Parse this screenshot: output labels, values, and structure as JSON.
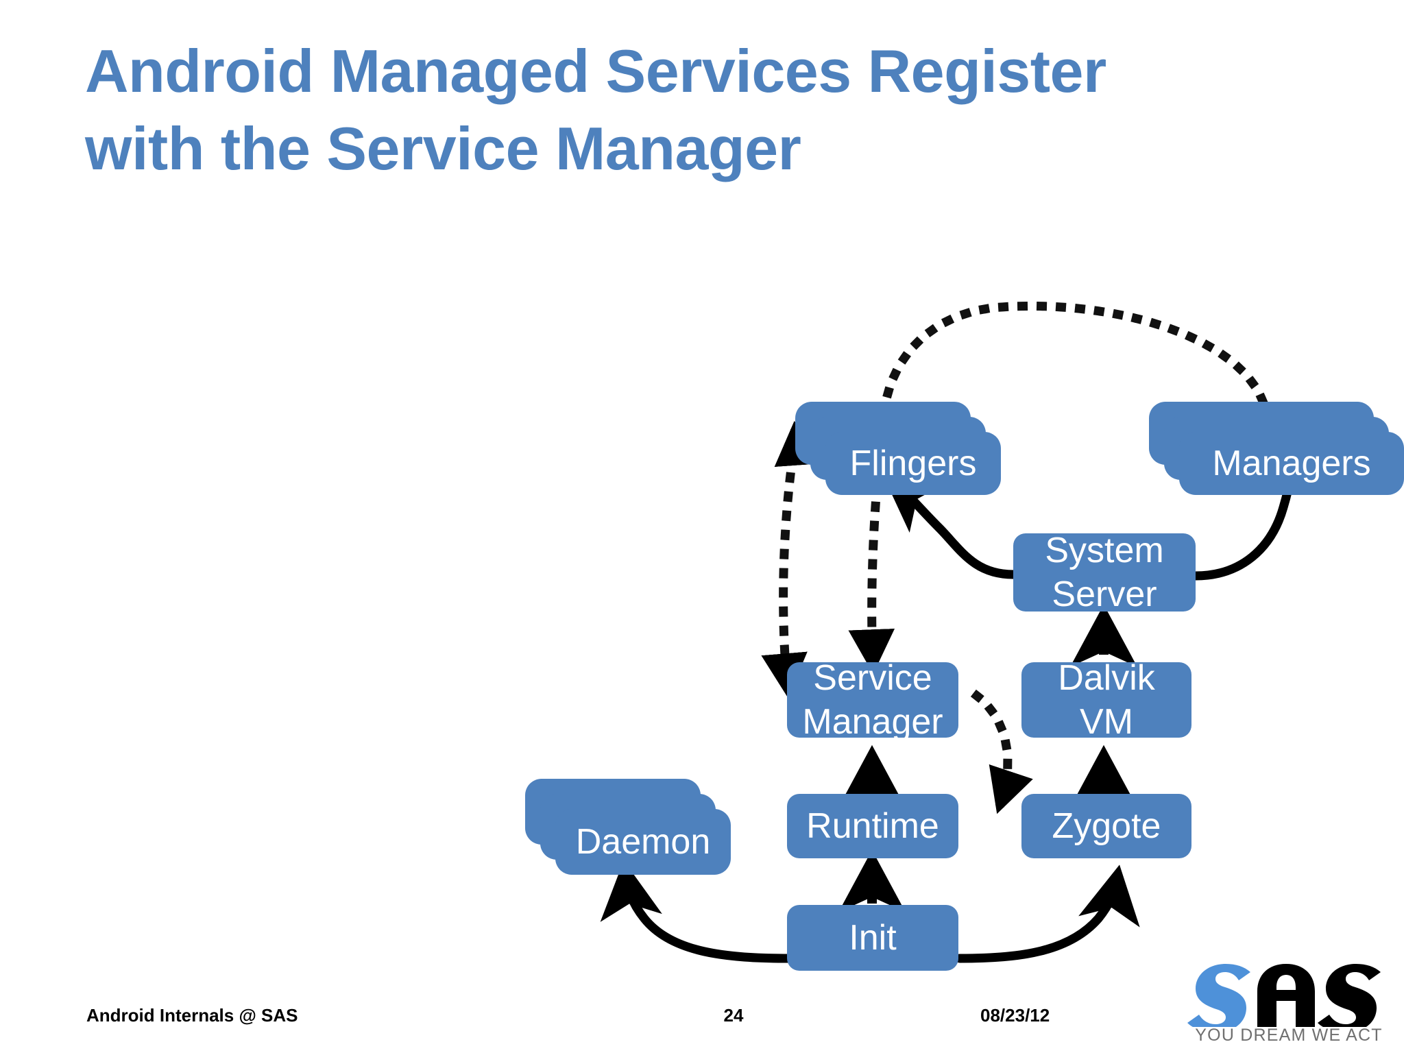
{
  "slide": {
    "title": "Android Managed Services Register\nwith the Service Manager",
    "title_color": "#4E81BD",
    "background": "#FFFFFF"
  },
  "diagram": {
    "type": "flow-diagram",
    "node_fill": "#4E81BD",
    "node_text_color": "#FFFFFF",
    "edge_color": "#000000",
    "nodes": [
      {
        "id": "flingers",
        "label": "Flingers",
        "shape": "stacked-rounded-rect"
      },
      {
        "id": "managers",
        "label": "Managers",
        "shape": "stacked-rounded-rect"
      },
      {
        "id": "system-server",
        "label": "System\nServer",
        "shape": "rounded-rect"
      },
      {
        "id": "service-manager",
        "label": "Service\nManager",
        "shape": "rounded-rect"
      },
      {
        "id": "dalvik-vm",
        "label": "Dalvik\nVM",
        "shape": "rounded-rect"
      },
      {
        "id": "daemon",
        "label": "Daemon",
        "shape": "stacked-rounded-rect"
      },
      {
        "id": "runtime",
        "label": "Runtime",
        "shape": "rounded-rect"
      },
      {
        "id": "zygote",
        "label": "Zygote",
        "shape": "rounded-rect"
      },
      {
        "id": "init",
        "label": "Init",
        "shape": "rounded-rect"
      }
    ],
    "edges": [
      {
        "from": "managers",
        "to": "flingers",
        "style": "dotted",
        "note": "arc over the top"
      },
      {
        "from": "flingers",
        "to": "service-manager",
        "style": "dotted"
      },
      {
        "from": "flingers",
        "to": "service-manager",
        "style": "dotted",
        "note": "left vertical register path"
      },
      {
        "from": "service-manager",
        "to": "zygote",
        "style": "dotted"
      },
      {
        "from": "system-server",
        "to": "flingers",
        "style": "solid"
      },
      {
        "from": "system-server",
        "to": "managers",
        "style": "solid"
      },
      {
        "from": "dalvik-vm",
        "to": "system-server",
        "style": "solid"
      },
      {
        "from": "zygote",
        "to": "dalvik-vm",
        "style": "solid"
      },
      {
        "from": "runtime",
        "to": "service-manager",
        "style": "solid"
      },
      {
        "from": "init",
        "to": "runtime",
        "style": "solid"
      },
      {
        "from": "init",
        "to": "daemon",
        "style": "solid"
      },
      {
        "from": "init",
        "to": "zygote",
        "style": "solid"
      }
    ]
  },
  "footer": {
    "left": "Android Internals @ SAS",
    "page": "24",
    "date": "08/23/12"
  },
  "logo": {
    "letters": "SAS",
    "tagline": "YOU DREAM WE ACT",
    "accent_color": "#4E91D9",
    "dark_color": "#000000",
    "tagline_color": "#6F6F6F"
  }
}
